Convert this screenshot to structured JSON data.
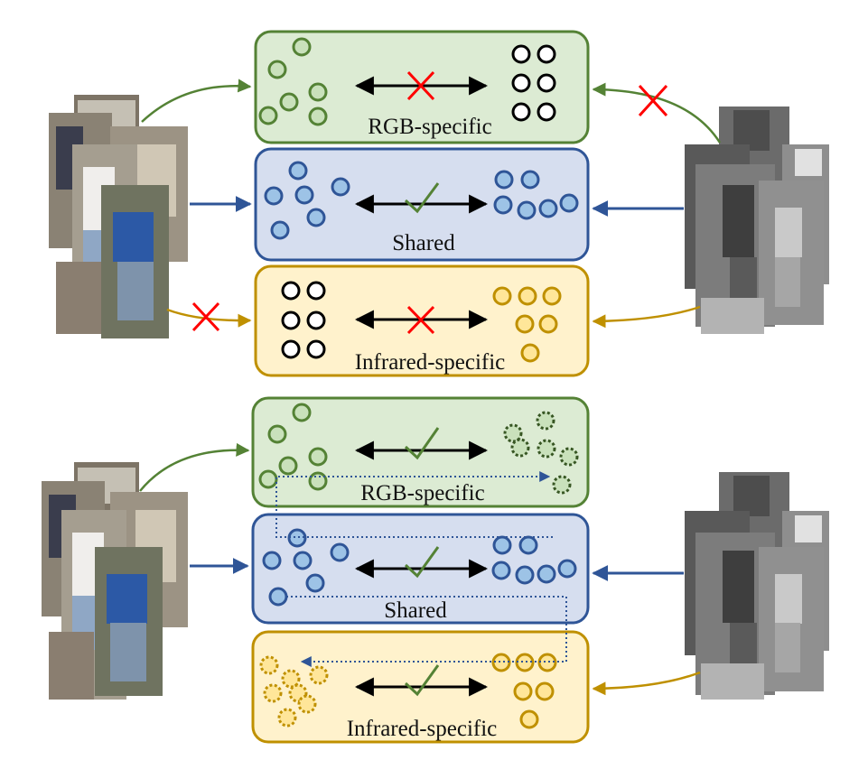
{
  "colors": {
    "green_fill": "#dcebd3",
    "green_stroke": "#548235",
    "green_dot_fill": "#c9e1bb",
    "blue_fill": "#d6deef",
    "blue_stroke": "#2f5597",
    "blue_dot_fill": "#9dc3e6",
    "yellow_fill": "#fff2cc",
    "yellow_stroke": "#bf9000",
    "yellow_dot_fill": "#ffe699",
    "cross": "#ff0000",
    "check": "#548235",
    "arrow": "#000000"
  },
  "top_panel": {
    "rgb_box": {
      "label": "RGB-specific",
      "relation": "cross",
      "left_dots": "green",
      "right_dots": "empty",
      "left_input": "allowed",
      "right_input": "blocked"
    },
    "shared_box": {
      "label": "Shared",
      "relation": "check",
      "left_dots": "blue",
      "right_dots": "blue"
    },
    "ir_box": {
      "label": "Infrared-specific",
      "relation": "cross",
      "left_dots": "empty",
      "right_dots": "yellow",
      "left_input": "blocked",
      "right_input": "allowed"
    }
  },
  "bottom_panel": {
    "rgb_box": {
      "label": "RGB-specific",
      "relation": "check",
      "left_dots": "green",
      "right_dots": "green-dashed"
    },
    "shared_box": {
      "label": "Shared",
      "relation": "check",
      "left_dots": "blue",
      "right_dots": "blue"
    },
    "ir_box": {
      "label": "Infrared-specific",
      "relation": "check",
      "left_dots": "yellow-dashed",
      "right_dots": "yellow"
    }
  },
  "images": {
    "rgb_stack": "RGB person images",
    "ir_stack": "Infrared person images"
  }
}
